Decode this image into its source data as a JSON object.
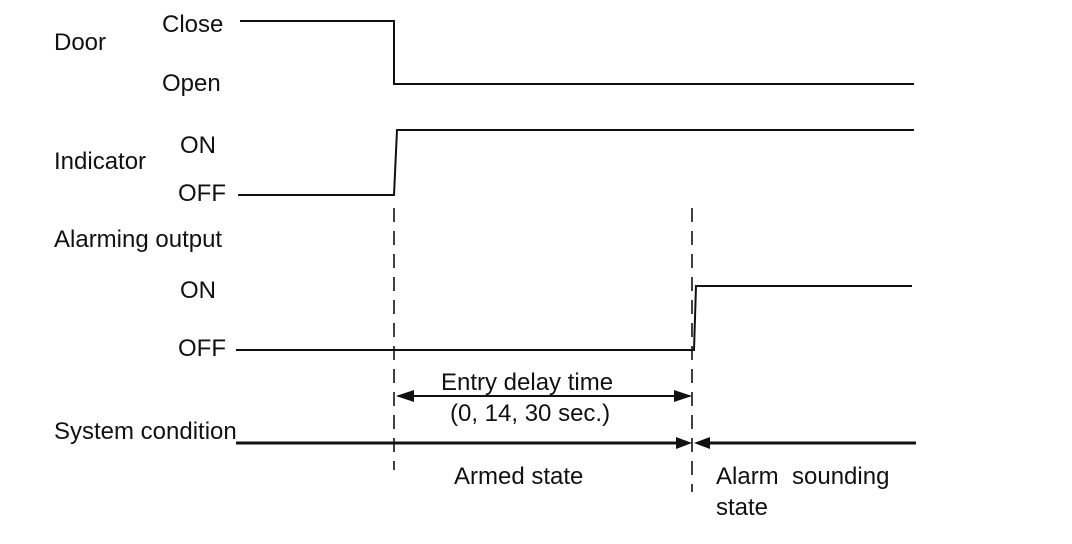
{
  "diagram": {
    "door": {
      "label": "Door",
      "high": "Close",
      "low": "Open"
    },
    "indicator": {
      "label": "Indicator",
      "high": "ON",
      "low": "OFF"
    },
    "alarming_output": {
      "label": "Alarming output",
      "high": "ON",
      "low": "OFF"
    },
    "system_condition": {
      "label": "System condition"
    },
    "entry_delay": {
      "line1": "Entry delay time",
      "line2": "(0, 14, 30 sec.)"
    },
    "states": {
      "armed": "Armed state",
      "alarm_line1": "Alarm  sounding",
      "alarm_line2": "state"
    },
    "colors": {
      "ink": "#111111",
      "background": "#ffffff"
    }
  }
}
